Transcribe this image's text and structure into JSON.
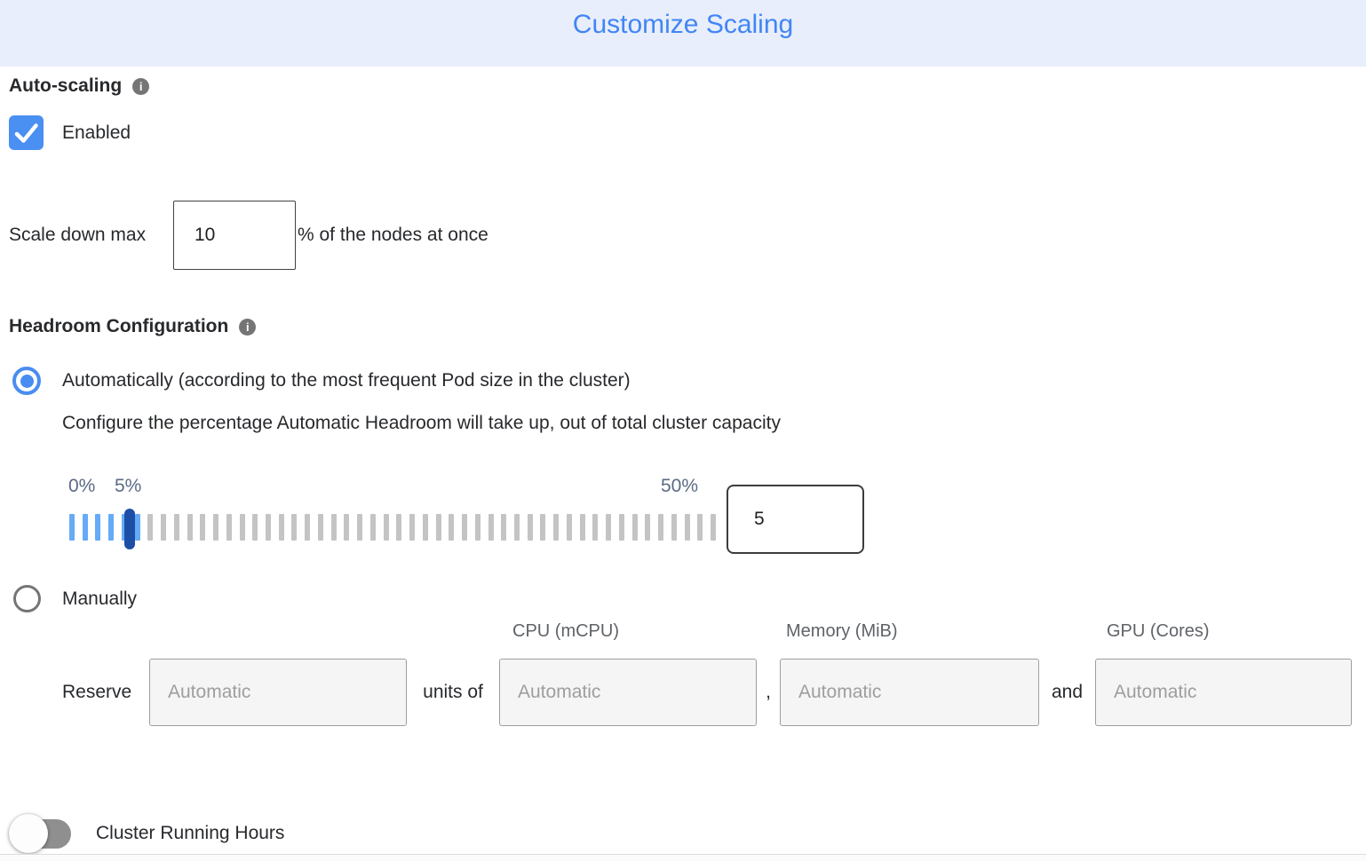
{
  "header": {
    "title": "Customize Scaling"
  },
  "colors": {
    "title_blue": "#4285f4",
    "header_bg": "#e8eefb",
    "checkbox_blue": "#4a8ff2",
    "radio_blue": "#4a8df0",
    "slider_handle_blue": "#1d4fa6",
    "slider_tick_blue": "#66abf5",
    "slider_tick_gray": "#c4c4c4",
    "slider_label_gray_blue": "#5a6a85"
  },
  "auto_scaling": {
    "label": "Auto-scaling",
    "info_icon_glyph": "i",
    "checkbox_label": "Enabled",
    "checked": true
  },
  "scale_down": {
    "label": "Scale down max",
    "value": "10",
    "suffix": "% of the nodes at once"
  },
  "headroom": {
    "label": "Headroom Configuration",
    "info_icon_glyph": "i",
    "options": {
      "automatic": {
        "label": "Automatically (according to the most frequent Pod size in the cluster)",
        "selected": true,
        "description": "Configure the percentage Automatic Headroom will take up, out of total cluster capacity"
      },
      "manual": {
        "label": "Manually",
        "selected": false
      }
    },
    "slider": {
      "min_label": "0%",
      "value_label": "5%",
      "max_label": "50%",
      "value": "5",
      "tick_count": 50,
      "blue_tick_count": 6
    }
  },
  "reserve": {
    "label": "Reserve",
    "units_of_label": "units of",
    "comma": ",",
    "and_label": "and",
    "placeholder": "Automatic",
    "columns": [
      "CPU (mCPU)",
      "Memory (MiB)",
      "GPU (Cores)"
    ]
  },
  "cluster_running_hours": {
    "label": "Cluster Running Hours",
    "enabled": false
  }
}
